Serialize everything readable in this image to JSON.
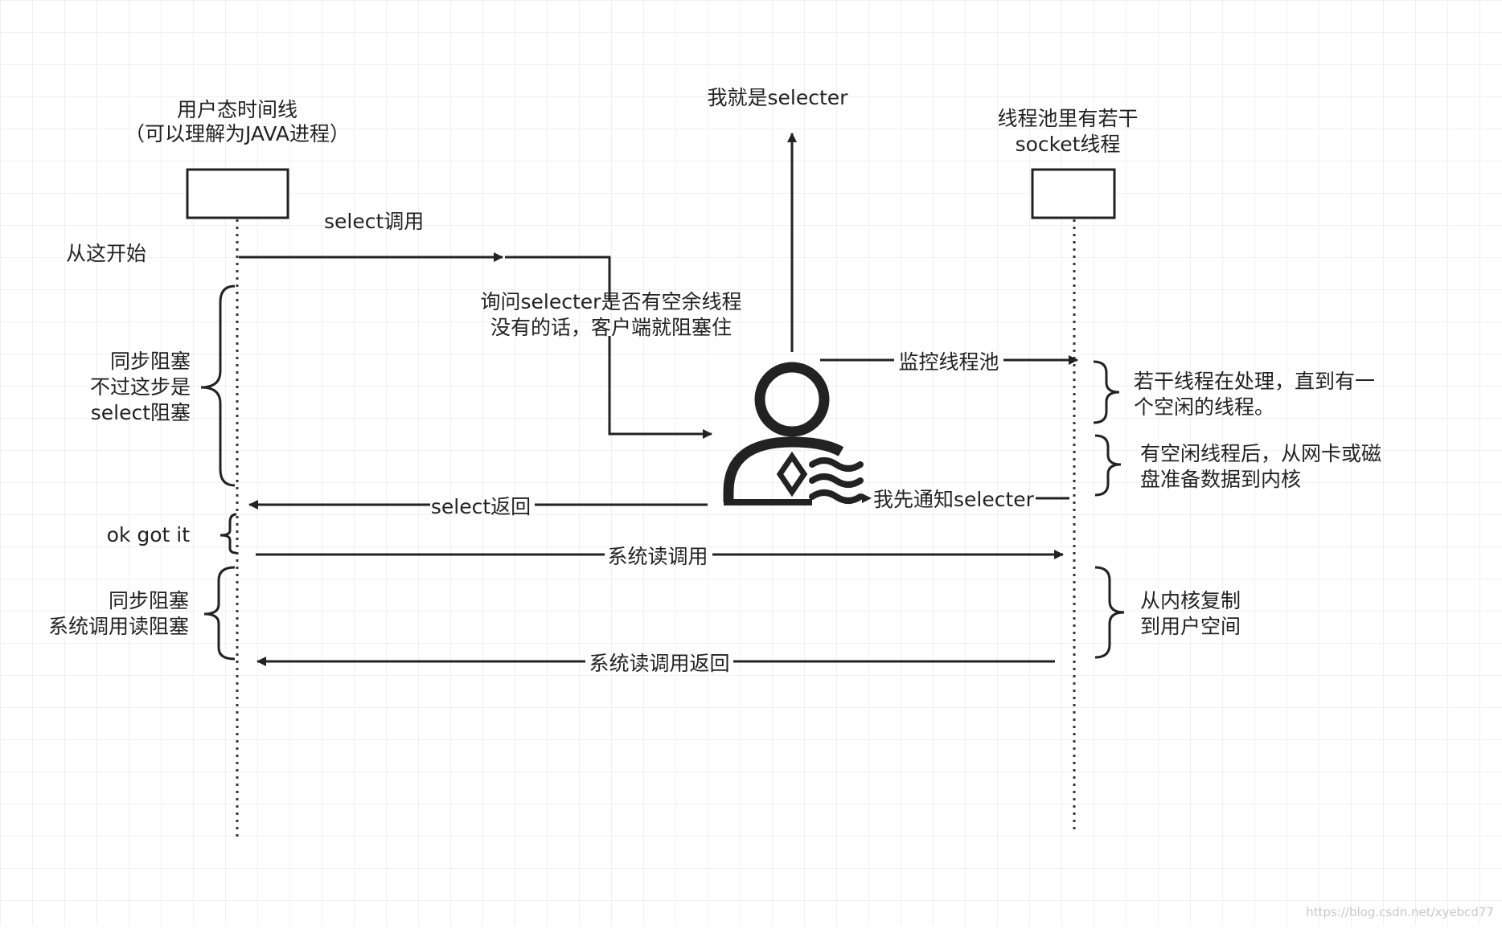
{
  "lifelines": {
    "user": {
      "title_1": "用户态时间线",
      "title_2": "（可以理解为JAVA进程）"
    },
    "thread_pool": {
      "title_1": "线程池里有若干",
      "title_2": "socket线程"
    }
  },
  "selector": {
    "title": "我就是selecter"
  },
  "labels": {
    "start": "从这开始",
    "select_call": "select调用",
    "ask_1": "询问selecter是否有空余线程",
    "ask_2": "没有的话，客户端就阻塞住",
    "monitor": "监控线程池",
    "notify": "我先通知selecter",
    "select_return": "select返回",
    "read_call": "系统读调用",
    "read_return": "系统读调用返回"
  },
  "notes": {
    "block1_1": "同步阻塞",
    "block1_2": "不过这步是",
    "block1_3": "select阻塞",
    "ok": "ok got it",
    "block2_1": "同步阻塞",
    "block2_2": "系统调用读阻塞",
    "processing_1": "若干线程在处理，直到有一",
    "processing_2": "个空闲的线程。",
    "idle_1": "有空闲线程后，从网卡或磁",
    "idle_2": "盘准备数据到内核",
    "copy_1": "从内核复制",
    "copy_2": "到用户空间"
  },
  "watermark": "https://blog.csdn.net/xyebcd77",
  "colors": {
    "ink": "#222222",
    "grid": "#eeeeee"
  }
}
